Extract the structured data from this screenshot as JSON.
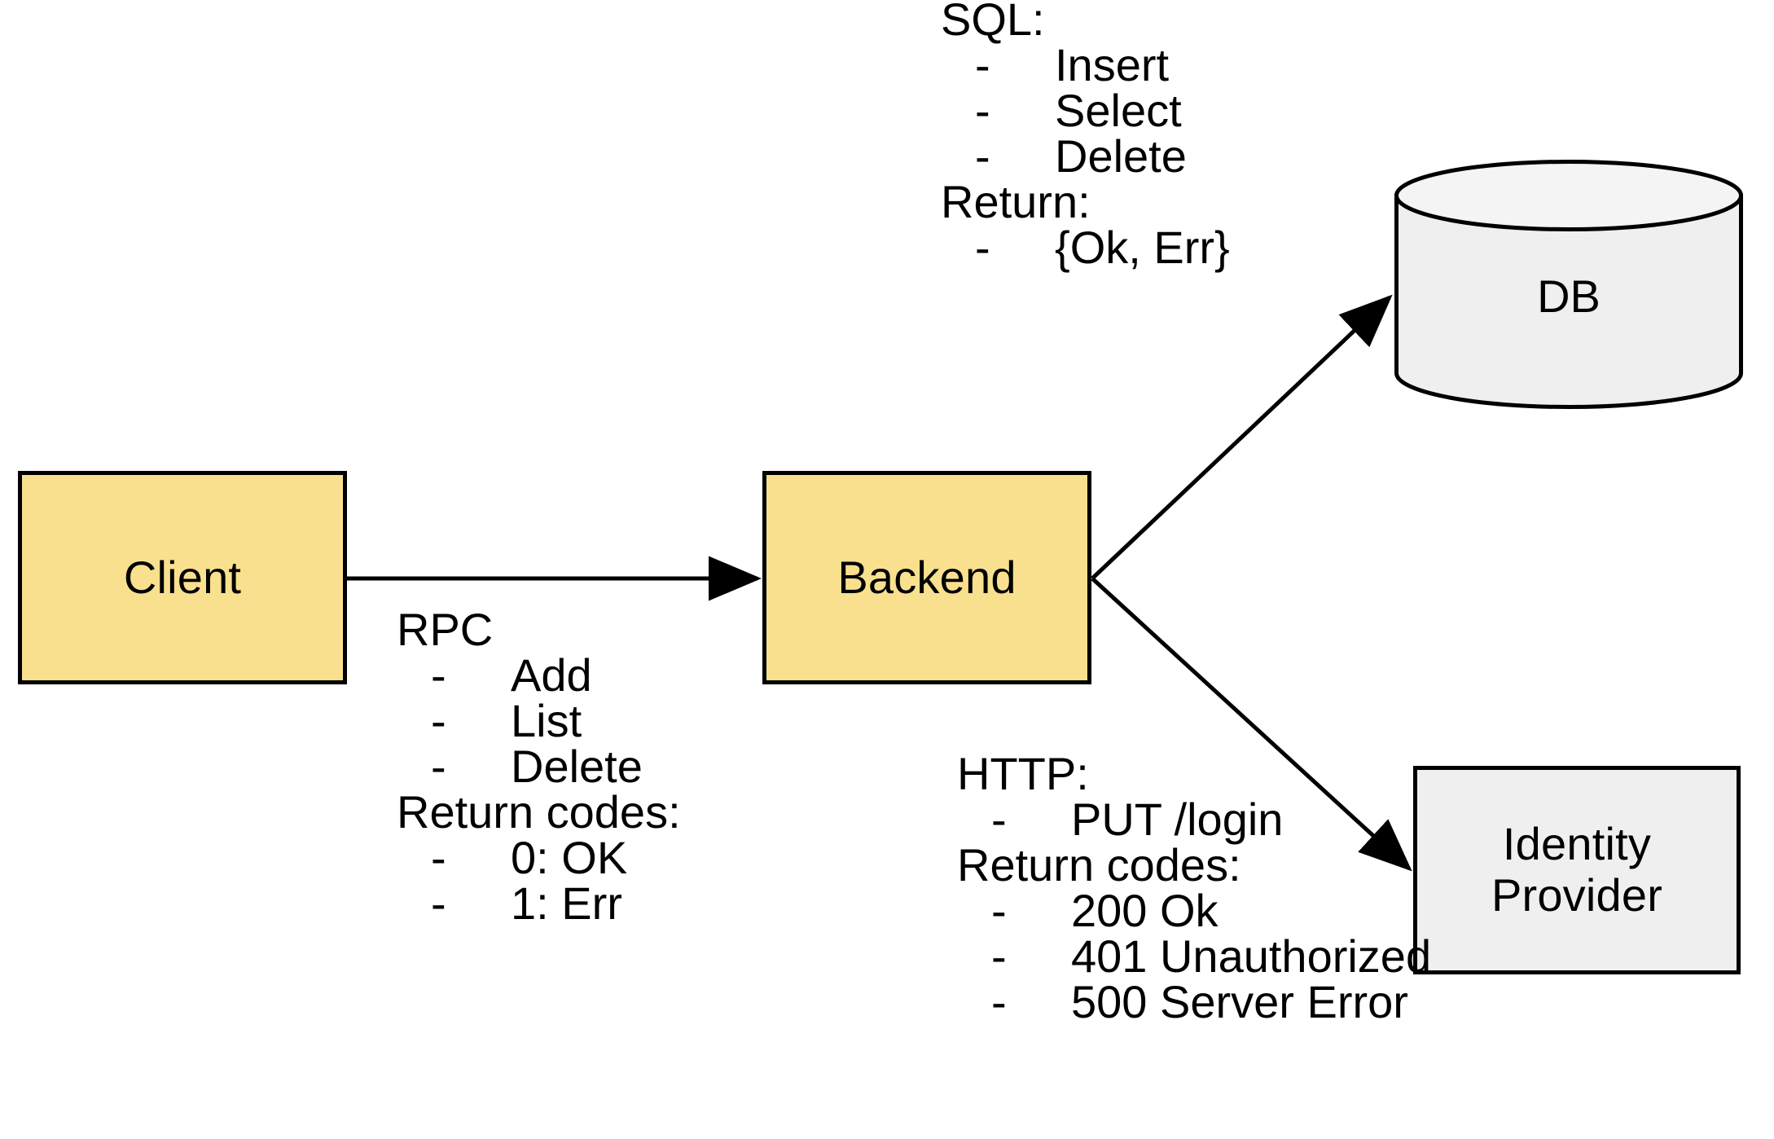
{
  "diagram": {
    "type": "architecture-flow",
    "background": "#ffffff",
    "colors": {
      "service_fill": "#F8E08E",
      "external_fill": "#EFEFEF",
      "stroke": "#000000"
    },
    "nodes": [
      {
        "id": "client",
        "label": "Client",
        "shape": "rect",
        "fill": "#F8E08E"
      },
      {
        "id": "backend",
        "label": "Backend",
        "shape": "rect",
        "fill": "#F8E08E"
      },
      {
        "id": "db",
        "label": "DB",
        "shape": "cylinder",
        "fill": "#EFEFEF"
      },
      {
        "id": "idp",
        "label": "Identity\nProvider",
        "shape": "rect",
        "fill": "#EFEFEF"
      }
    ],
    "node_labels": {
      "client": "Client",
      "backend": "Backend",
      "db": "DB",
      "idp_line1": "Identity",
      "idp_line2": "Provider"
    },
    "edges": [
      {
        "id": "client-backend",
        "from": "client",
        "to": "backend",
        "label": "RPC",
        "arrow": "end"
      },
      {
        "id": "backend-db",
        "from": "backend",
        "to": "db",
        "label": "SQL:",
        "arrow": "end"
      },
      {
        "id": "backend-idp",
        "from": "backend",
        "to": "idp",
        "label": "HTTP:",
        "arrow": "end"
      }
    ]
  },
  "annotations": {
    "sql": {
      "header": "SQL:",
      "items": [
        "Insert",
        "Select",
        "Delete"
      ],
      "return_header": "Return:",
      "return_items": [
        "{Ok, Err}"
      ],
      "bullet": "-"
    },
    "rpc": {
      "header": "RPC",
      "items": [
        "Add",
        "List",
        "Delete"
      ],
      "return_header": "Return codes:",
      "return_items": [
        "0: OK",
        "1: Err"
      ],
      "bullet": "-"
    },
    "http": {
      "header": "HTTP:",
      "items": [
        "PUT /login"
      ],
      "return_header": "Return codes:",
      "return_items": [
        "200 Ok",
        "401 Unauthorized",
        "500 Server Error"
      ],
      "bullet": "-"
    }
  }
}
